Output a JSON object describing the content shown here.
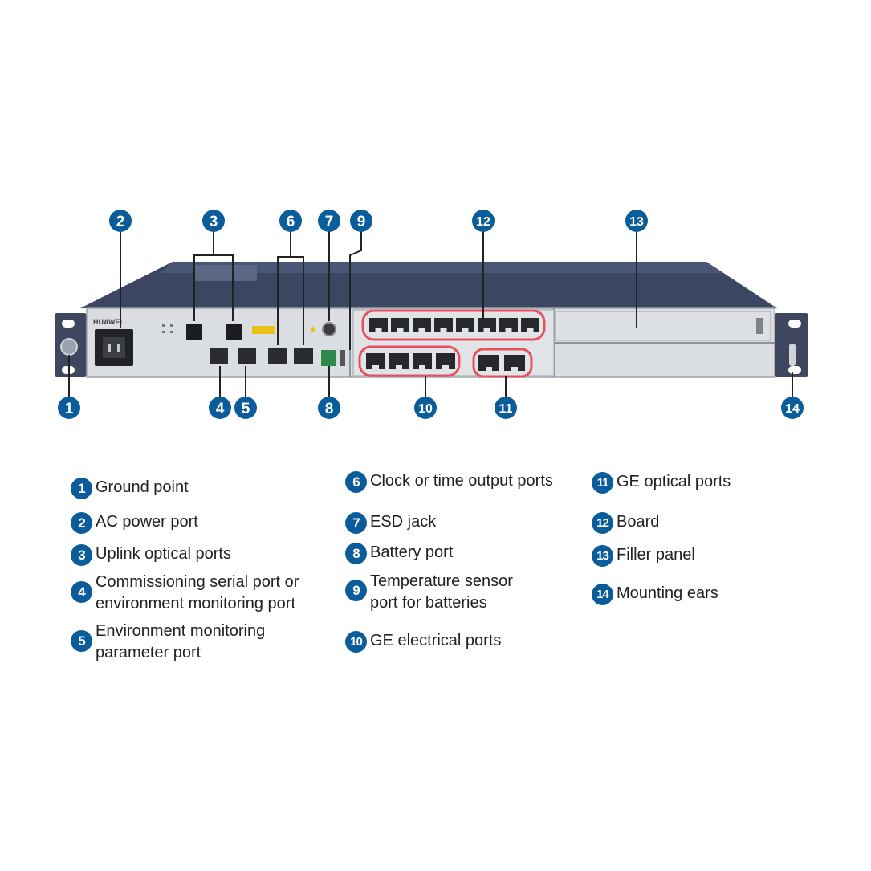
{
  "device": {
    "brand": "HUAWEI"
  },
  "callouts": [
    {
      "number": "1"
    },
    {
      "number": "2"
    },
    {
      "number": "3"
    },
    {
      "number": "4"
    },
    {
      "number": "5"
    },
    {
      "number": "6"
    },
    {
      "number": "7"
    },
    {
      "number": "8"
    },
    {
      "number": "9"
    },
    {
      "number": "10"
    },
    {
      "number": "11"
    },
    {
      "number": "12"
    },
    {
      "number": "13"
    },
    {
      "number": "14"
    }
  ],
  "legend": [
    {
      "number": "1",
      "lines": [
        "Ground point"
      ]
    },
    {
      "number": "2",
      "lines": [
        "AC power port"
      ]
    },
    {
      "number": "3",
      "lines": [
        "Uplink optical ports"
      ]
    },
    {
      "number": "4",
      "lines": [
        "Commissioning serial port or",
        "environment monitoring port"
      ]
    },
    {
      "number": "5",
      "lines": [
        "Environment monitoring",
        "parameter port"
      ]
    },
    {
      "number": "6",
      "lines": [
        "Clock or time output ports"
      ]
    },
    {
      "number": "7",
      "lines": [
        "ESD jack"
      ]
    },
    {
      "number": "8",
      "lines": [
        "Battery port"
      ]
    },
    {
      "number": "9",
      "lines": [
        "Temperature sensor",
        "port for batteries"
      ]
    },
    {
      "number": "10",
      "lines": [
        "GE electrical ports"
      ]
    },
    {
      "number": "11",
      "lines": [
        "GE optical ports"
      ]
    },
    {
      "number": "12",
      "lines": [
        "Board"
      ]
    },
    {
      "number": "13",
      "lines": [
        "Filler panel"
      ]
    },
    {
      "number": "14",
      "lines": [
        "Mounting ears"
      ]
    }
  ],
  "colors": {
    "callout_fill": "#0b5c9a",
    "chassis_top": "#3d4a66",
    "front_panel": "#d9dce0",
    "highlight_ring": "#e8505b"
  }
}
